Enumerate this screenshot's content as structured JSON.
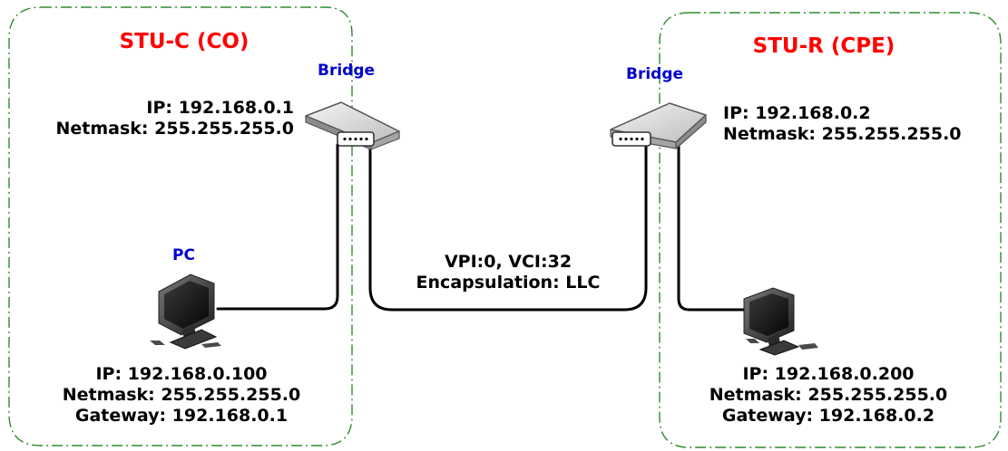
{
  "colors": {
    "zone_border": "#2e8b2e",
    "zone_title": "#ff0000",
    "device_label": "#0000cc",
    "text": "#000000",
    "link": "#000000"
  },
  "left_zone": {
    "title": "STU-C (CO)",
    "bridge": {
      "label": "Bridge",
      "icon": "bridge-icon",
      "ip": "IP: 192.168.0.1",
      "netmask": "Netmask: 255.255.255.0"
    },
    "pc": {
      "label": "PC",
      "icon": "pc-icon",
      "ip": "IP: 192.168.0.100",
      "netmask": "Netmask: 255.255.255.0",
      "gateway": "Gateway: 192.168.0.1"
    }
  },
  "right_zone": {
    "title": "STU-R (CPE)",
    "bridge": {
      "label": "Bridge",
      "icon": "bridge-icon",
      "ip": "IP: 192.168.0.2",
      "netmask": "Netmask: 255.255.255.0"
    },
    "pc": {
      "icon": "pc-icon",
      "ip": "IP: 192.168.0.200",
      "netmask": "Netmask: 255.255.255.0",
      "gateway": "Gateway: 192.168.0.2"
    }
  },
  "link": {
    "vpi_vci": "VPI:0, VCI:32",
    "encapsulation": "Encapsulation: LLC"
  }
}
